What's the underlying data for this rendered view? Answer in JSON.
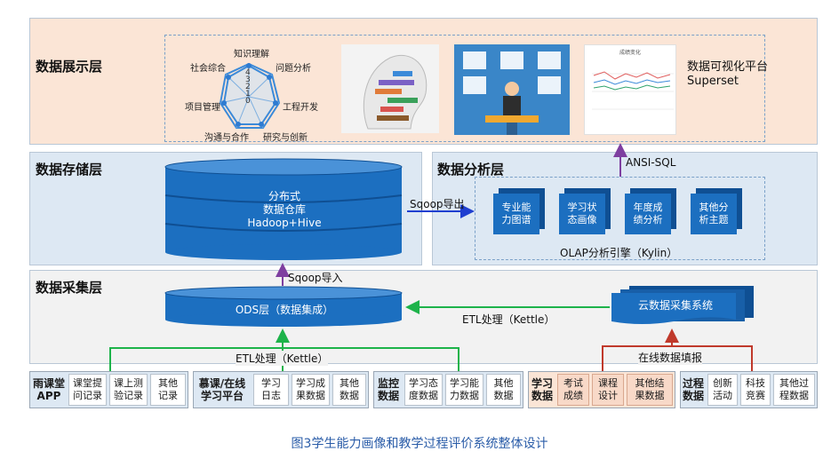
{
  "layers": {
    "display": "数据展示层",
    "storage": "数据存储层",
    "analysis": "数据分析层",
    "collect": "数据采集层"
  },
  "radar": {
    "axes": [
      "知识理解",
      "问题分析",
      "工程开发",
      "研究与创新",
      "沟通与合作",
      "项目管理",
      "社会综合"
    ],
    "ticks": [
      "4",
      "3",
      "2",
      "1",
      "0"
    ]
  },
  "viz_platform": {
    "line1": "数据可视化平台",
    "line2": "Superset"
  },
  "line_chart_thumb": {
    "title": "成绩变化"
  },
  "warehouse": {
    "line1": "分布式",
    "line2": "数据仓库",
    "line3": "Hadoop+Hive"
  },
  "olap": {
    "cubes": [
      {
        "l1": "专业能",
        "l2": "力图谱"
      },
      {
        "l1": "学习状",
        "l2": "态画像"
      },
      {
        "l1": "年度成",
        "l2": "绩分析"
      },
      {
        "l1": "其他分",
        "l2": "析主题"
      }
    ],
    "engine": "OLAP分析引擎（Kylin）"
  },
  "arrows": {
    "ansi_sql": "ANSI-SQL",
    "sqoop_export": "Sqoop导出",
    "sqoop_import": "Sqoop导入",
    "etl_right": "ETL处理（Kettle）",
    "etl_bottom": "ETL处理（Kettle）",
    "online_fill": "在线数据填报"
  },
  "ods": "ODS层（数据集成）",
  "cloud": "云数据采集系统",
  "sources": [
    {
      "head1": "雨课堂",
      "head2": "APP",
      "items": [
        [
          "课堂提",
          "问记录"
        ],
        [
          "课上测",
          "验记录"
        ],
        [
          "其他",
          "记录"
        ]
      ]
    },
    {
      "head1": "慕课/在线",
      "head2": "学习平台",
      "items": [
        [
          "学习",
          "日志"
        ],
        [
          "学习成",
          "果数据"
        ],
        [
          "其他",
          "数据"
        ]
      ]
    },
    {
      "head1": "监控",
      "head2": "数据",
      "items": [
        [
          "学习态",
          "度数据"
        ],
        [
          "学习能",
          "力数据"
        ],
        [
          "其他",
          "数据"
        ]
      ]
    },
    {
      "head1": "学习",
      "head2": "数据",
      "items": [
        [
          "考试",
          "成绩"
        ],
        [
          "课程",
          "设计"
        ],
        [
          "其他结",
          "果数据"
        ]
      ]
    },
    {
      "head1": "过程",
      "head2": "数据",
      "items": [
        [
          "创新",
          "活动"
        ],
        [
          "科技",
          "竞赛"
        ],
        [
          "其他过",
          "程数据"
        ]
      ]
    }
  ],
  "caption": "图3学生能力画像和教学过程评价系统整体设计",
  "colors": {
    "accent": "#1c6fc0",
    "green": "#1db34a",
    "red": "#c0392b",
    "purple": "#7e3fa0",
    "display_bg": "#fbe5d6",
    "panel_bg": "#dde8f3"
  }
}
